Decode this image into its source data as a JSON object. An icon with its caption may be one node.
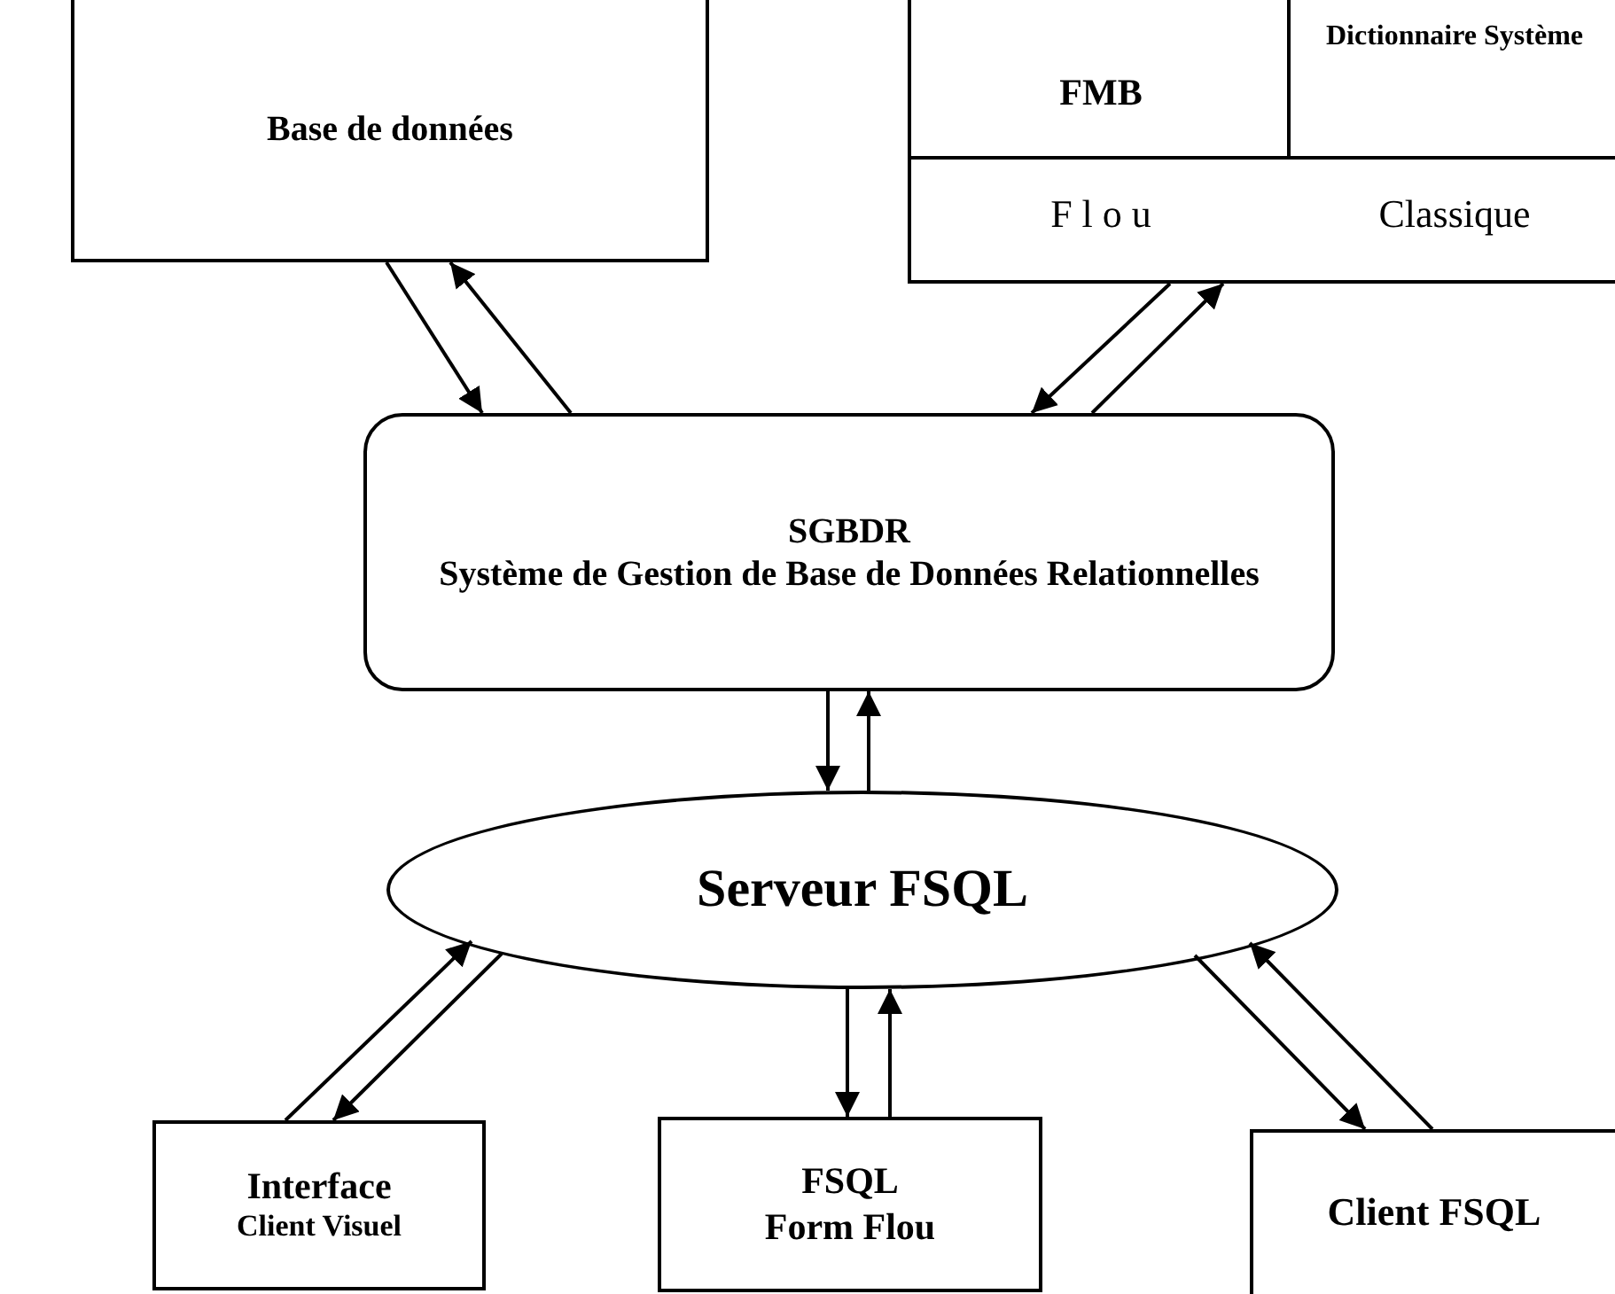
{
  "diagram": {
    "nodes": [
      {
        "text": [
          "Base de données"
        ]
      },
      {
        "text": [
          "FMB",
          "Dictionnaire Système",
          "F l o u",
          "Classique"
        ]
      },
      {
        "text": [
          "SGBDR",
          "Système de Gestion de Base de Données Relationnelles"
        ]
      },
      {
        "text": [
          "Serveur FSQL"
        ]
      },
      {
        "text": [
          "Interface",
          "Client Visuel"
        ]
      },
      {
        "text": [
          "FSQL",
          "Form Flou"
        ]
      },
      {
        "text": [
          "Client FSQL"
        ]
      }
    ],
    "edges": [
      {
        "from": 0,
        "to": 2,
        "arrow": "to"
      },
      {
        "from": 2,
        "to": 0,
        "arrow": "to"
      },
      {
        "from": 1,
        "to": 2,
        "arrow": "to"
      },
      {
        "from": 2,
        "to": 1,
        "arrow": "to"
      },
      {
        "from": 2,
        "to": 3,
        "arrow": "to"
      },
      {
        "from": 3,
        "to": 2,
        "arrow": "to"
      },
      {
        "from": 4,
        "to": 3,
        "arrow": "to"
      },
      {
        "from": 3,
        "to": 4,
        "arrow": "to"
      },
      {
        "from": 3,
        "to": 5,
        "arrow": "to"
      },
      {
        "from": 5,
        "to": 3,
        "arrow": "to"
      },
      {
        "from": 6,
        "to": 3,
        "arrow": "to"
      },
      {
        "from": 3,
        "to": 6,
        "arrow": "to"
      }
    ]
  }
}
